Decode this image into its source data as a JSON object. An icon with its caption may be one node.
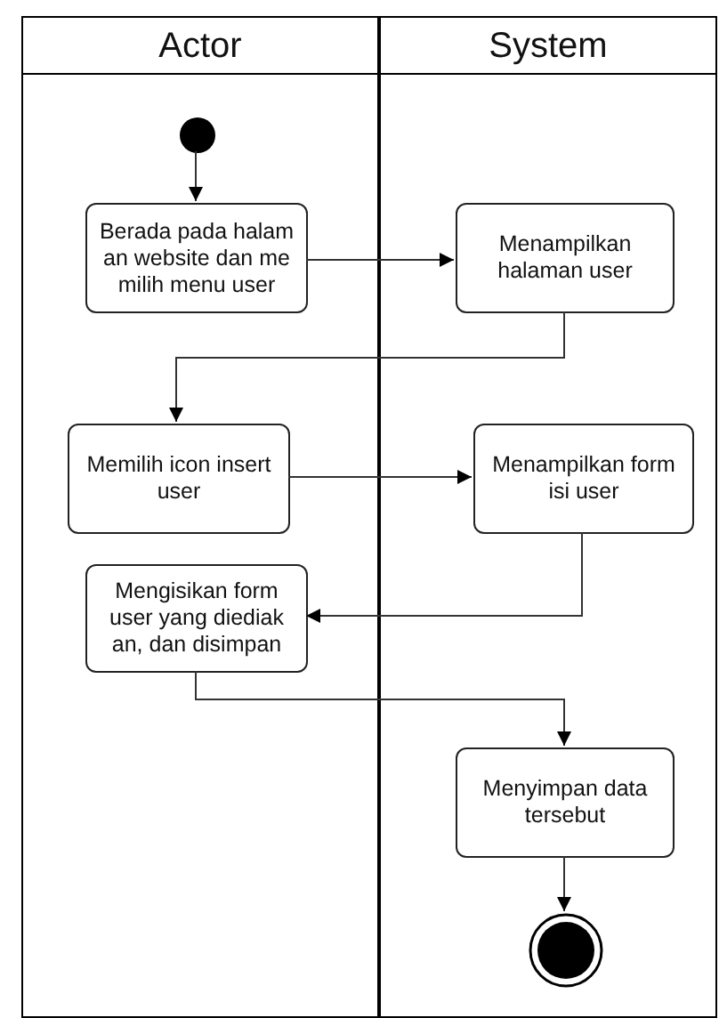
{
  "diagram": {
    "nodes": [
      {
        "text": [
          "Actor"
        ]
      },
      {
        "text": [
          "System"
        ]
      },
      {
        "text": [],
        "shape": "circle",
        "in": 0
      },
      {
        "text": [
          "Berada pada halam an website dan me milih menu user"
        ],
        "in": 0
      },
      {
        "text": [
          "Menampilkan halaman user"
        ],
        "in": 1
      },
      {
        "text": [
          "Memilih icon insert user"
        ],
        "in": 0
      },
      {
        "text": [
          "Menampilkan form isi user"
        ],
        "in": 1
      },
      {
        "text": [
          "Mengisikan form user yang diediak an, dan disimpan"
        ],
        "in": 0
      },
      {
        "text": [
          "Menyimpan data tersebut"
        ],
        "in": 1
      },
      {
        "text": [],
        "shape": "circle",
        "in": 1
      }
    ],
    "edges": [
      {
        "from": 2,
        "to": 3,
        "arrow": "to"
      },
      {
        "from": 3,
        "to": 4,
        "arrow": "to"
      },
      {
        "from": 4,
        "to": 5,
        "arrow": "to"
      },
      {
        "from": 5,
        "to": 6,
        "arrow": "to"
      },
      {
        "from": 6,
        "to": 7,
        "arrow": "to"
      },
      {
        "from": 7,
        "to": 8,
        "arrow": "to"
      },
      {
        "from": 8,
        "to": 9,
        "arrow": "to"
      }
    ]
  }
}
